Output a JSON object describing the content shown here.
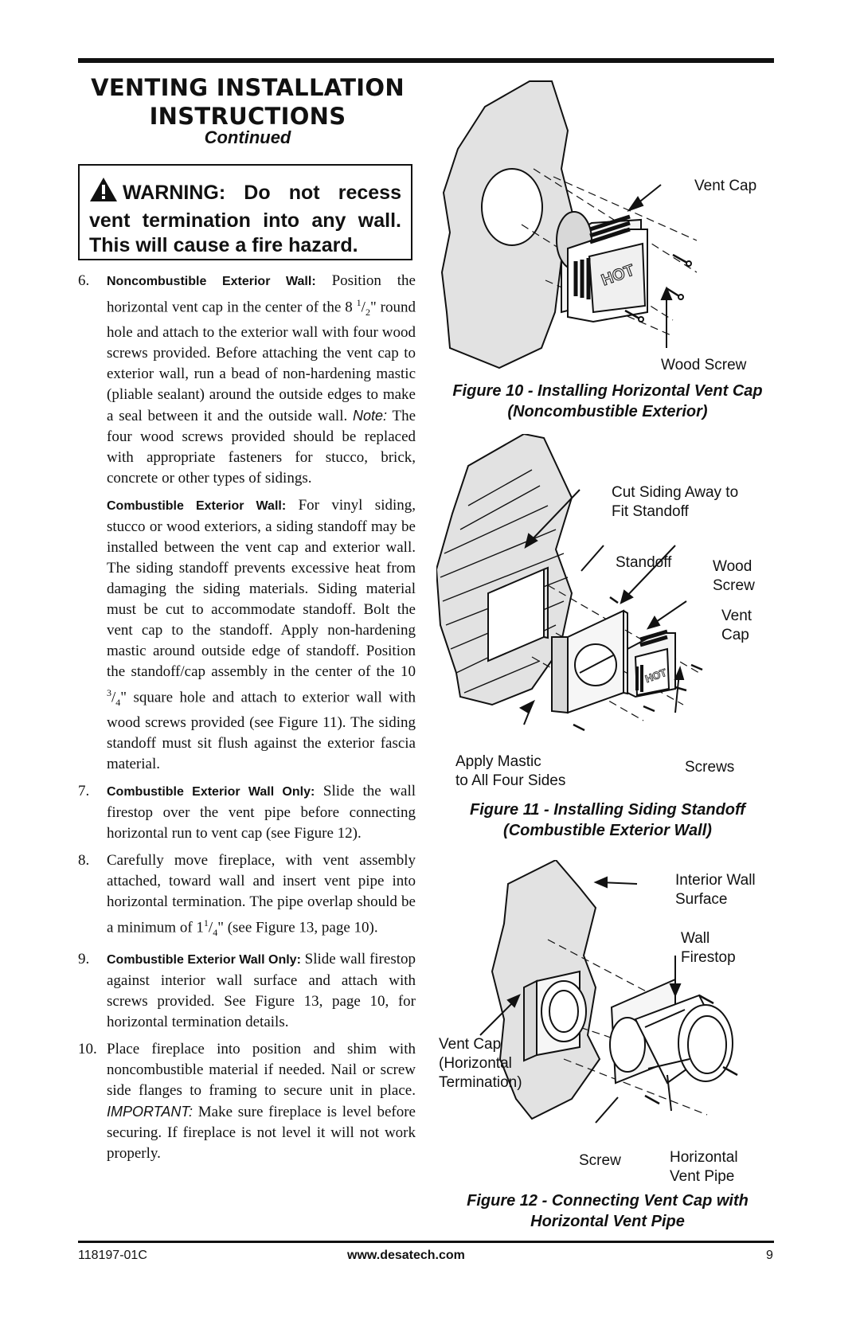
{
  "header": {
    "title_line1": "VENTING INSTALLATION",
    "title_line2": "INSTRUCTIONS",
    "subtitle": "Continued"
  },
  "warning": {
    "text": "WARNING: Do not recess vent termination into any wall. This will cause a fire hazard."
  },
  "steps": [
    {
      "number": "6.",
      "lead": "Noncombustible Exterior Wall:",
      "text_a": " Position the horizontal vent cap in the center of the 8 ",
      "frac_num": "1",
      "frac_den": "2",
      "text_b": "\" round hole and attach to the exterior wall with four wood screws provided. Before attaching the vent cap to exterior wall, run a bead of non-hardening mastic (pliable sealant) around the outside edges to make a seal between it and the outside wall. ",
      "note_label": "Note:",
      "text_c": " The four wood screws provided should be replaced with appropriate fasteners for stucco, brick, concrete or other types of sidings.",
      "sub_lead": "Combustible Exterior Wall:",
      "sub_a": " For vinyl siding, stucco or wood exteriors, a siding standoff may be installed between the vent cap and exterior wall. The siding standoff prevents excessive heat from damaging the siding materials. Siding material must be cut to accommodate standoff. Bolt the vent cap to the standoff. Apply non-hardening mastic around outside edge of standoff. Position the standoff/cap assembly in the center of the 10 ",
      "sub_frac_num": "3",
      "sub_frac_den": "4",
      "sub_b": "\" square hole and attach to exterior wall with wood screws provided (see Figure 11). The siding standoff must sit flush against the exterior fascia material."
    },
    {
      "number": "7.",
      "lead": "Combustible Exterior Wall Only:",
      "text": " Slide the wall firestop over the vent pipe before connecting horizontal run to vent cap (see Figure 12)."
    },
    {
      "number": "8.",
      "text_a": "Carefully move fireplace, with vent assembly attached, toward wall and insert vent pipe into horizontal termination. The pipe overlap should be a minimum of 1",
      "frac_num": "1",
      "frac_den": "4",
      "text_b": "\" (see Figure 13, page 10)."
    },
    {
      "number": "9.",
      "lead": "Combustible Exterior Wall Only:",
      "text": " Slide wall firestop against interior wall surface and attach with screws provided. See Figure 13, page 10, for horizontal termination details."
    },
    {
      "number": "10.",
      "text_a": "Place fireplace into position and shim with noncombustible material if needed. Nail or screw side flanges to framing to secure unit in place. ",
      "important_label": "IMPORTANT:",
      "text_b": " Make sure fireplace is level before securing. If fireplace is not level it will not work properly."
    }
  ],
  "figures": [
    {
      "caption_line1": "Figure 10 - Installing Horizontal Vent Cap",
      "caption_line2": "(Noncombustible Exterior)",
      "callouts": {
        "vent_cap": "Vent Cap",
        "wood_screw": "Wood Screw"
      },
      "cap_label": "HOT"
    },
    {
      "caption_line1": "Figure 11 - Installing Siding Standoff",
      "caption_line2": "(Combustible Exterior Wall)",
      "callouts": {
        "cut_siding_1": "Cut Siding Away to",
        "cut_siding_2": "Fit Standoff",
        "standoff": "Standoff",
        "wood_screw_1": "Wood",
        "wood_screw_2": "Screw",
        "vent_cap_1": "Vent",
        "vent_cap_2": "Cap",
        "apply_mastic_1": "Apply Mastic",
        "apply_mastic_2": "to All Four Sides",
        "screws": "Screws"
      },
      "cap_label": "HOT"
    },
    {
      "caption_line1": "Figure 12 - Connecting Vent Cap with",
      "caption_line2": "Horizontal Vent Pipe",
      "callouts": {
        "interior_wall_1": "Interior Wall",
        "interior_wall_2": "Surface",
        "wall_firestop_1": "Wall",
        "wall_firestop_2": "Firestop",
        "vent_cap_1": "Vent Cap",
        "vent_cap_2": "(Horizontal",
        "vent_cap_3": "Termination)",
        "screw": "Screw",
        "horizontal_pipe_1": "Horizontal",
        "horizontal_pipe_2": "Vent Pipe"
      }
    }
  ],
  "footer": {
    "doc_number": "118197-01C",
    "website": "www.desatech.com",
    "page_number": "9"
  }
}
